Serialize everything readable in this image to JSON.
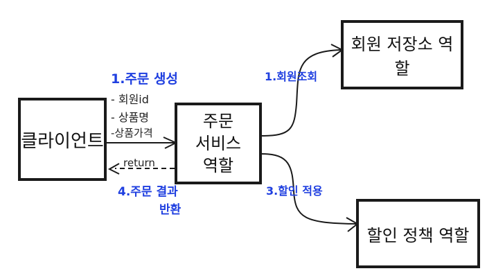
{
  "nodes": {
    "client": "클라이언트",
    "order_service_line1": "주문",
    "order_service_line2": "서비스",
    "order_service_line3": "역할",
    "member_repository": "회원 저장소 역할",
    "discount_policy": "할인 정책 역할"
  },
  "edges": {
    "order_create": "1.주문 생성",
    "param_member_id": "- 회원id",
    "param_product_name": "- 상품명",
    "param_product_price": "-상품가격",
    "member_lookup": "1.회원조회",
    "discount_apply": "3.할인 적용",
    "return_label": "return",
    "result_line1": "4.주문 결과",
    "result_line2": "반환"
  },
  "colors": {
    "ink": "#1a1a1a",
    "annotation_blue": "#1f3fe0"
  }
}
